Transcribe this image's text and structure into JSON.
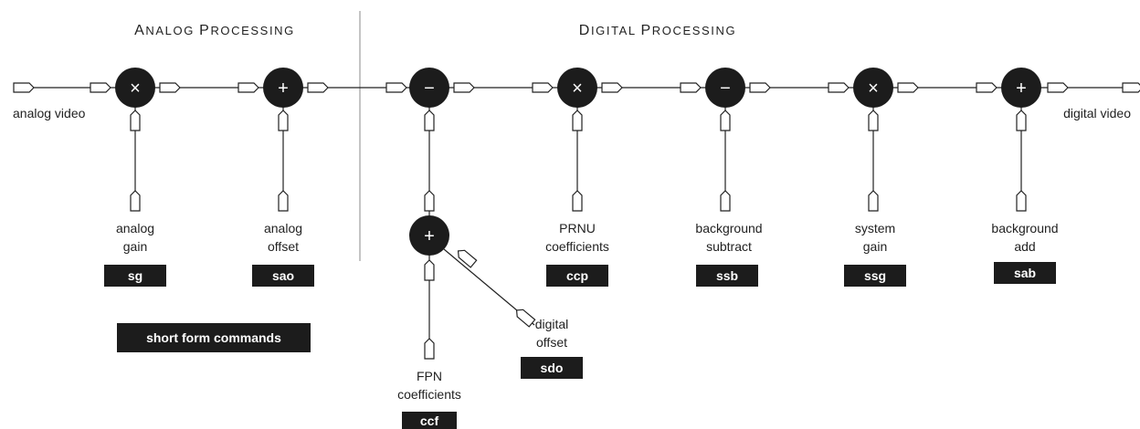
{
  "sections": {
    "analog_title": "Analog Processing",
    "digital_title": "Digital Processing"
  },
  "io": {
    "input_label": "analog video",
    "output_label": "digital video"
  },
  "operators": [
    {
      "id": "analog-gain-op",
      "symbol": "×"
    },
    {
      "id": "analog-offset-op",
      "symbol": "+"
    },
    {
      "id": "fpn-subtract-op",
      "symbol": "−"
    },
    {
      "id": "prnu-multiply-op",
      "symbol": "×"
    },
    {
      "id": "background-subtract-op",
      "symbol": "−"
    },
    {
      "id": "system-gain-op",
      "symbol": "×"
    },
    {
      "id": "background-add-op",
      "symbol": "+"
    },
    {
      "id": "fpn-offset-sum-op",
      "symbol": "+"
    }
  ],
  "params": [
    {
      "id": "analog-gain",
      "lines": [
        "analog",
        "gain"
      ],
      "command": "sg"
    },
    {
      "id": "analog-offset",
      "lines": [
        "analog",
        "offset"
      ],
      "command": "sao"
    },
    {
      "id": "prnu-coefficients",
      "lines": [
        "PRNU",
        "coefficients"
      ],
      "command": "ccp"
    },
    {
      "id": "background-subtract",
      "lines": [
        "background",
        "subtract"
      ],
      "command": "ssb"
    },
    {
      "id": "system-gain",
      "lines": [
        "system",
        "gain"
      ],
      "command": "ssg"
    },
    {
      "id": "background-add",
      "lines": [
        "background",
        "add"
      ],
      "command": "sab"
    },
    {
      "id": "digital-offset",
      "lines": [
        "digital",
        "offset"
      ],
      "command": "sdo"
    },
    {
      "id": "fpn-coefficients",
      "lines": [
        "FPN",
        "coefficients"
      ],
      "command": "ccf"
    }
  ],
  "legend": {
    "label": "short form commands"
  }
}
